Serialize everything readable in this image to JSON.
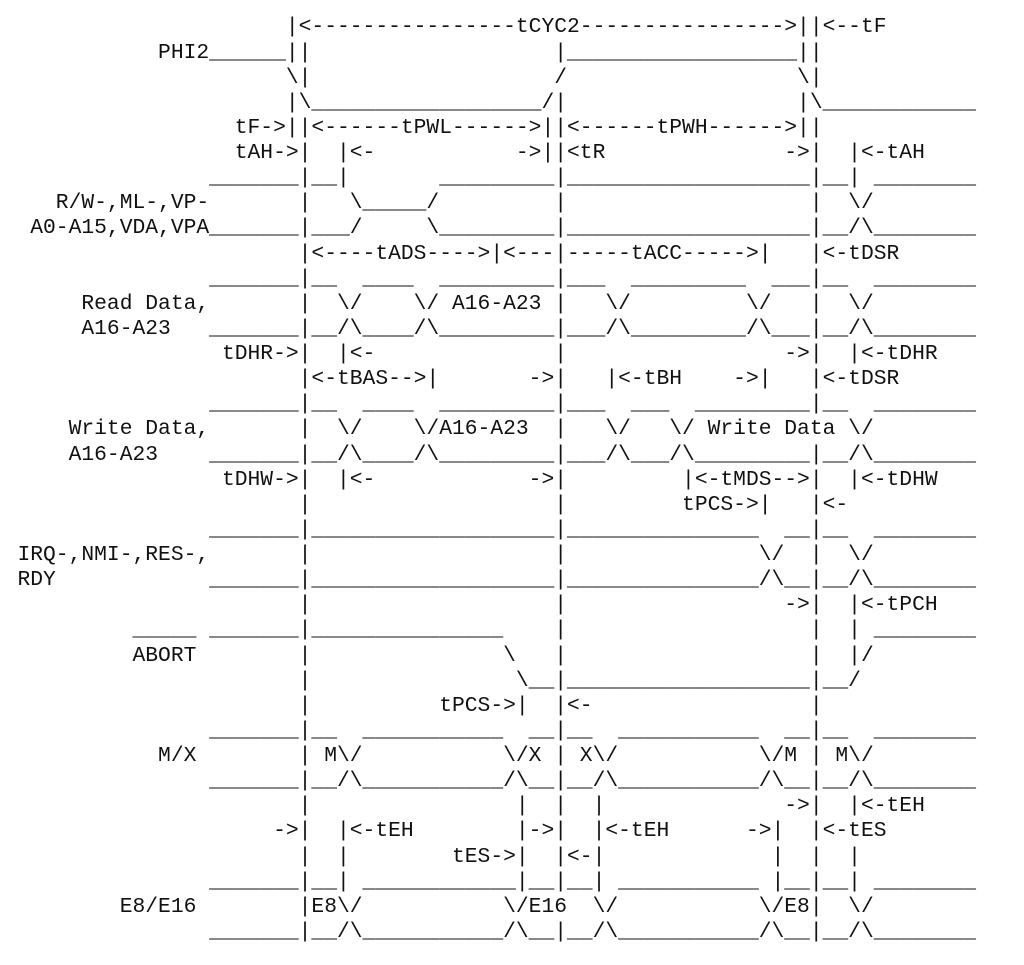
{
  "diagram": {
    "lines": [
      "                      |<----------------tCYC2---------------->||<--tF",
      "            PHI2______||                   |__________________||",
      "                      \\|                   /                  \\|",
      "                      |\\__________________/|                  |\\____________",
      "                  tF->||<------tPWL------>||<------tPWH------>||",
      "                  tAH->|  |<-           ->||<tR              ->|  |<-tAH",
      "                _______|__|       _________|___________________|__| ________",
      "    R/W-,ML-,VP-       |   \\_____/         |                   |  \\/",
      "  A0-A15,VDA,VPA_______|___/     \\_________|___________________|__/\\________",
      "                       |<----tADS---->|<---|-----tACC----->|   |<-tDSR",
      "                _______|__  ____  _________|___  _________  ___|__  ________",
      "      Read Data,       |  \\/    \\/ A16-A23 |   \\/         \\/   |  \\/",
      "      A16-A23   _______|__/\\____/\\_________|___/\\_________/\\___|__/\\________",
      "                 tDHR->|  |<-              |                 ->|  |<-tDHR",
      "                       |<-tBAS-->|       ->|   |<-tBH    ->|   |<-tDSR",
      "                _______|__  ____  _________|___  ___  _________|__  ________",
      "     Write Data,       |  \\/    \\/A16-A23  |   \\/   \\/ Write Data \\/",
      "     A16-A23    _______|__/\\____/\\_________|___/\\___/\\_________|__/\\________",
      "                 tDHW->|  |<-            ->|         |<-tMDS-->|  |<-tDHW",
      "                       |                   |         tPCS->|   |<-",
      "                _______|___________________|_______________  __|__  ________",
      " IRQ-,NMI-,RES-,       |                   |               \\/  |  \\/",
      " RDY            _______|___________________|_______________/\\__|__/\\________",
      "                       |                   |                 ->|  |<-tPCH",
      "          _____ _______|_______________    |                   |  | ________",
      "          ABORT        |               \\   |                   |  |/",
      "                       |                \\__|___________________|__/",
      "                       |          tPCS->|  |<-                 |",
      "                _______|__  ___________  __|__  ___________  __|__  ________",
      "            M/X        | M\\/           \\/X | X\\/           \\/M | M\\/",
      "                _______|__/\\___________/\\__|__/\\___________/\\__|__/\\________",
      "                       |                |  |  |              ->|  |<-tEH",
      "                     ->|  |<-tEH        |->|  |<-tEH      ->|  |<-tES",
      "                       |  |        tES->|  |<-|             |  |  |",
      "                _______|__| ____________|__|__| ___________ |__|__| ________",
      "         E8/E16        |E8\\/           \\/E16  \\/           \\/E8|  \\/",
      "                _______|__/\\___________/\\__|__/\\___________/\\__|__/\\________"
    ]
  }
}
